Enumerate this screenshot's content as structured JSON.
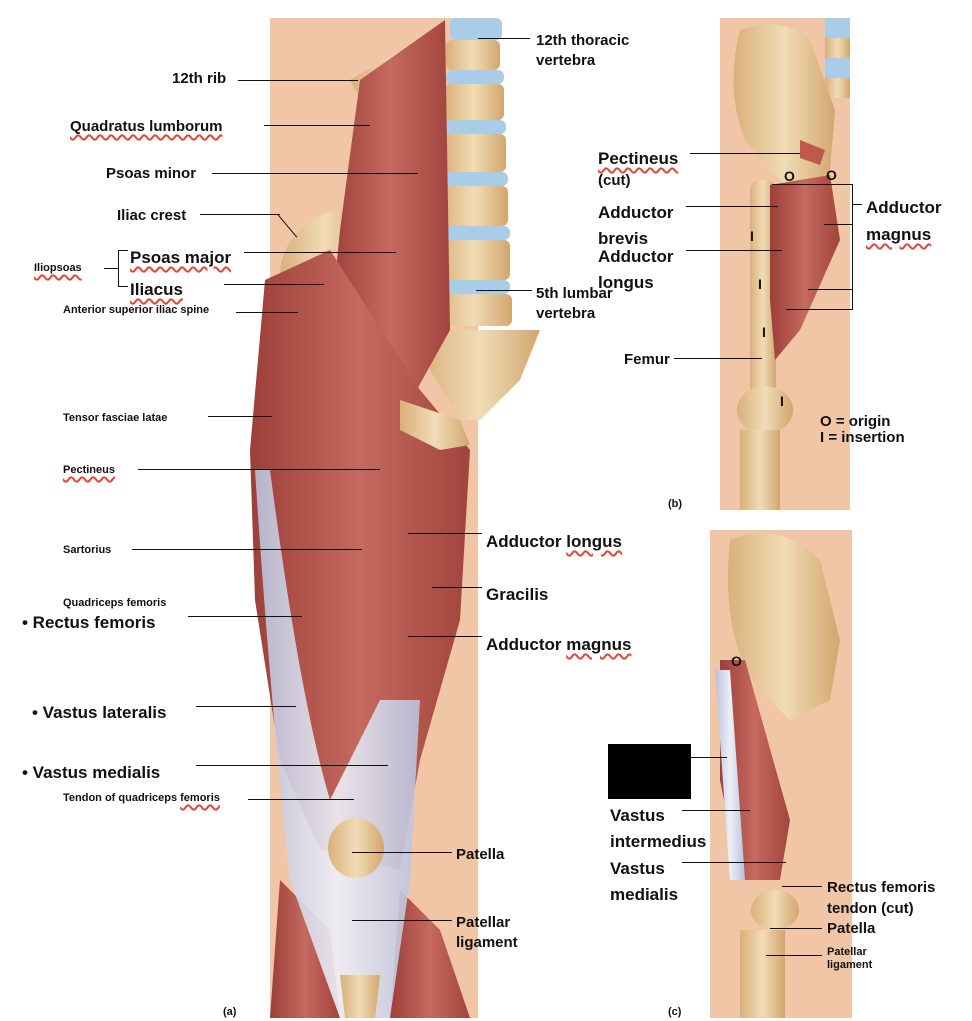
{
  "panel_a": {
    "letter": "(a)",
    "labels": {
      "rib12": "12th rib",
      "quadratus": "Quadratus lumborum",
      "psoas_minor": "Psoas minor",
      "iliac_crest": "Iliac crest",
      "iliopsoas": "Iliopsoas",
      "psoas_major": "Psoas major",
      "iliacus": "Iliacus",
      "asis": "Anterior superior iliac spine",
      "tensor": "Tensor fasciae latae",
      "pectineus": "Pectineus",
      "sartorius": "Sartorius",
      "quad_femoris": "Quadriceps femoris",
      "rectus_femoris": "• Rectus femoris",
      "vastus_lateralis": "• Vastus lateralis",
      "vastus_medialis": "• Vastus medialis",
      "tendon_quad_a": "Tendon of quadriceps ",
      "tendon_quad_b": "femoris",
      "t12": "12th thoracic",
      "t12b": "vertebra",
      "l5": "5th lumbar",
      "l5b": "vertebra",
      "add_longus_a": "Adductor ",
      "add_longus_b": "longus",
      "gracilis": "Gracilis",
      "add_magnus_a": "Adductor ",
      "add_magnus_b": "magnus",
      "patella": "Patella",
      "pat_lig_a": "Patellar",
      "pat_lig_b": "ligament"
    }
  },
  "panel_b": {
    "letter": "(b)",
    "labels": {
      "pectineus": "Pectineus",
      "cut": "(cut)",
      "add_brevis_a": "Adductor",
      "add_brevis_b": "brevis",
      "add_longus_a": "Adductor",
      "add_longus_b": "longus",
      "add_magnus_a": "Adductor",
      "add_magnus_b": "magnus",
      "femur": "Femur",
      "origin_key": "O = origin",
      "insertion_key": "I  = insertion",
      "o": "O",
      "i": "I"
    }
  },
  "panel_c": {
    "letter": "(c)",
    "labels": {
      "vastus_int_a": "Vastus",
      "vastus_int_b": "intermedius",
      "vastus_med_a": "Vastus",
      "vastus_med_b": "medialis",
      "rf_tendon_a": "Rectus femoris",
      "rf_tendon_b": "tendon (cut)",
      "patella": "Patella",
      "pat_lig_a": "Patellar",
      "pat_lig_b": "ligament",
      "o": "O"
    }
  },
  "colors": {
    "muscle": "#b8524a",
    "bone": "#e6c89a",
    "skin": "#f1c6a6",
    "tendon": "#d6dbee",
    "disc": "#a9cde6",
    "squiggle": "#e0473a"
  }
}
